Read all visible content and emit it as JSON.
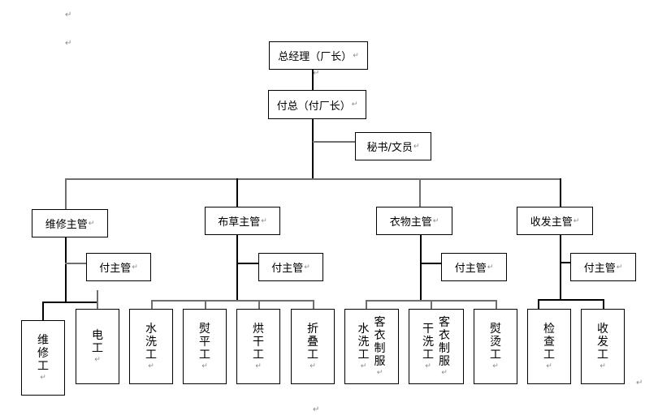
{
  "para_mark": "↵",
  "cell_mark": "↵",
  "top": {
    "gm": "总经理（厂长）",
    "deputy": "付总（付厂长）",
    "secretary": "秘书/文员"
  },
  "departments": [
    {
      "manager": "维修主管",
      "deputy": "付主管",
      "workers": [
        {
          "cols": [
            "维修工"
          ]
        },
        {
          "cols": [
            "电工"
          ]
        }
      ]
    },
    {
      "manager": "布草主管",
      "deputy": "付主管",
      "workers": [
        {
          "cols": [
            "水洗工"
          ]
        },
        {
          "cols": [
            "熨平工"
          ]
        },
        {
          "cols": [
            "烘干工"
          ]
        },
        {
          "cols": [
            "折叠工"
          ]
        }
      ]
    },
    {
      "manager": "衣物主管",
      "deputy": "付主管",
      "workers": [
        {
          "cols": [
            "客衣制服",
            "水洗工"
          ]
        },
        {
          "cols": [
            "客衣制服",
            "干洗工"
          ]
        },
        {
          "cols": [
            "熨烫工"
          ]
        }
      ]
    },
    {
      "manager": "收发主管",
      "deputy": "付主管",
      "workers": [
        {
          "cols": [
            "检查工"
          ]
        },
        {
          "cols": [
            "收发工"
          ]
        }
      ]
    }
  ]
}
